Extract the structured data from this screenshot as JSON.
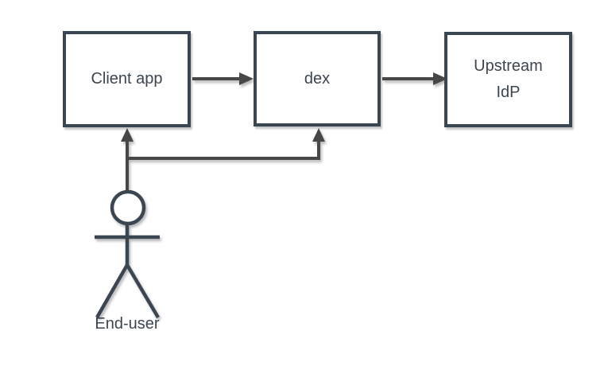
{
  "diagram": {
    "type": "flow-diagram",
    "background": "#ffffff",
    "colors": {
      "node_border": "#3a4651",
      "node_fill": "#ffffff",
      "edge": "#474747",
      "text": "#3b4651"
    },
    "nodes": [
      {
        "id": "client-app",
        "label": "Client app"
      },
      {
        "id": "dex",
        "label": "dex"
      },
      {
        "id": "upstream-idp",
        "label": "Upstream\nIdP"
      }
    ],
    "actor": {
      "id": "end-user",
      "label": "End-user"
    },
    "edges": [
      {
        "from": "client-app",
        "to": "dex",
        "direction": "right"
      },
      {
        "from": "dex",
        "to": "upstream-idp",
        "direction": "right"
      },
      {
        "from": "end-user",
        "to": "client-app",
        "direction": "up"
      },
      {
        "from": "end-user",
        "to": "dex",
        "direction": "up",
        "shape": "elbow"
      }
    ]
  }
}
